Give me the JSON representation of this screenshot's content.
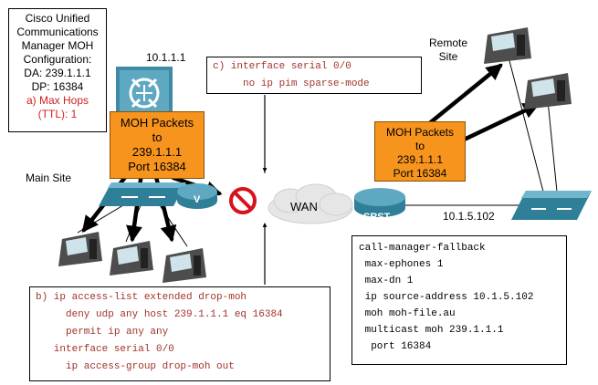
{
  "ucm_box": {
    "lines": [
      "Cisco Unified",
      "Communications",
      "Manager MOH",
      "Configuration:",
      "DA: 239.1.1.1",
      "DP: 16384"
    ],
    "ttl_lines": [
      "a) Max Hops",
      "(TTL): 1"
    ]
  },
  "server_ip": "10.1.1.1",
  "main_site_label": "Main Site",
  "remote_site_label": [
    "Remote",
    "Site"
  ],
  "wan_label": "WAN",
  "srst_label": "SRST",
  "srst_ip": "10.1.5.102",
  "router_v_label": "V",
  "moh_left": [
    "MOH Packets",
    "to",
    "239.1.1.1",
    "Port 16384"
  ],
  "moh_right": [
    "MOH Packets",
    "to",
    "239.1.1.1",
    "Port 16384"
  ],
  "config_c": [
    "c) interface serial 0/0",
    "     no ip pim sparse-mode"
  ],
  "config_b": [
    "b) ip access-list extended drop-moh",
    "     deny udp any host 239.1.1.1 eq 16384",
    "     permit ip any any",
    "   interface serial 0/0",
    "     ip access-group drop-moh out"
  ],
  "fallback": [
    "call-manager-fallback",
    " max-ephones 1",
    " max-dn 1",
    " ip source-address 10.1.5.102",
    " moh moh-file.au",
    " multicast moh 239.1.1.1",
    "  port 16384"
  ],
  "colors": {
    "orange": "#f7941d",
    "device_blue": "#3e8ba6",
    "config_red": "#a0342a",
    "block_red": "#d8121b"
  }
}
